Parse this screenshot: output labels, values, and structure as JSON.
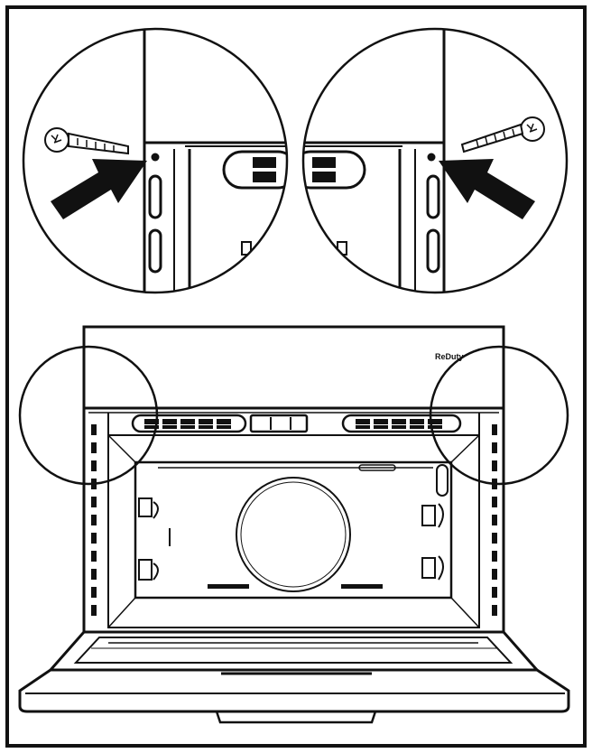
{
  "figure": {
    "kind": "installation-diagram",
    "colors": {
      "ink": "#111111",
      "paper": "#ffffff"
    },
    "appliance": {
      "brand_mark": "ReDuty"
    },
    "callouts": [
      {
        "side": "left",
        "shows": "screw-icon",
        "pointer": "arrow-icon"
      },
      {
        "side": "right",
        "shows": "screw-icon",
        "pointer": "arrow-icon"
      }
    ]
  }
}
